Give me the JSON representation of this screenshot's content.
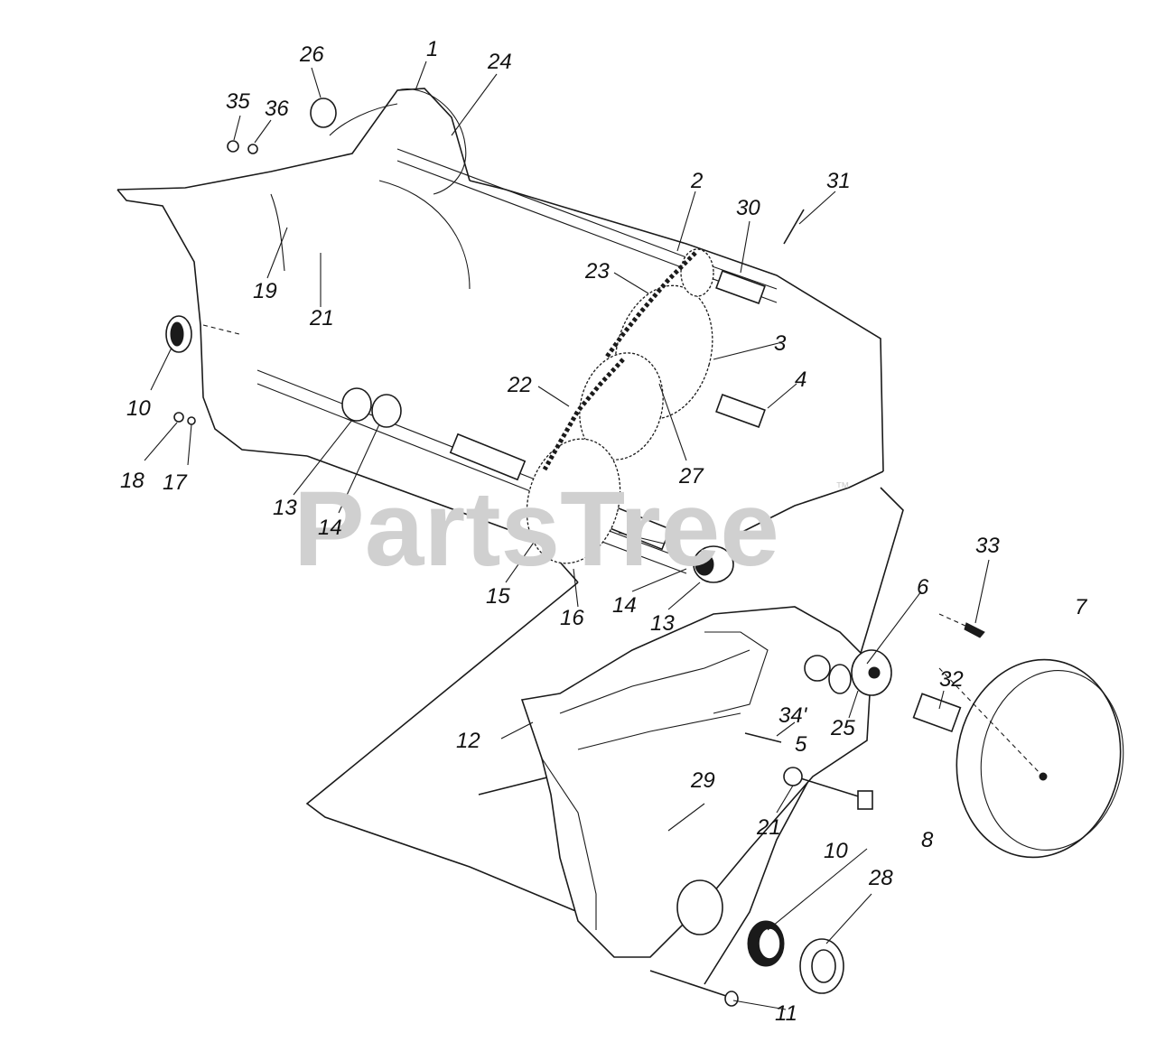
{
  "watermark": {
    "text": "PartsTree",
    "trademark": "™"
  },
  "callouts": [
    {
      "id": "c1",
      "text": "1"
    },
    {
      "id": "c2",
      "text": "2"
    },
    {
      "id": "c3",
      "text": "3"
    },
    {
      "id": "c4",
      "text": "4"
    },
    {
      "id": "c5",
      "text": "5"
    },
    {
      "id": "c6",
      "text": "6"
    },
    {
      "id": "c7",
      "text": "7"
    },
    {
      "id": "c8",
      "text": "8"
    },
    {
      "id": "c10a",
      "text": "10"
    },
    {
      "id": "c10b",
      "text": "10"
    },
    {
      "id": "c11",
      "text": "11"
    },
    {
      "id": "c12",
      "text": "12"
    },
    {
      "id": "c13a",
      "text": "13"
    },
    {
      "id": "c13b",
      "text": "13"
    },
    {
      "id": "c14a",
      "text": "14"
    },
    {
      "id": "c14b",
      "text": "14"
    },
    {
      "id": "c15",
      "text": "15"
    },
    {
      "id": "c16",
      "text": "16"
    },
    {
      "id": "c17",
      "text": "17"
    },
    {
      "id": "c18",
      "text": "18"
    },
    {
      "id": "c19",
      "text": "19"
    },
    {
      "id": "c21a",
      "text": "21"
    },
    {
      "id": "c21b",
      "text": "21"
    },
    {
      "id": "c22",
      "text": "22"
    },
    {
      "id": "c23",
      "text": "23"
    },
    {
      "id": "c24",
      "text": "24"
    },
    {
      "id": "c25",
      "text": "25"
    },
    {
      "id": "c26",
      "text": "26"
    },
    {
      "id": "c27",
      "text": "27"
    },
    {
      "id": "c28",
      "text": "28"
    },
    {
      "id": "c29",
      "text": "29"
    },
    {
      "id": "c30",
      "text": "30"
    },
    {
      "id": "c31",
      "text": "31"
    },
    {
      "id": "c32",
      "text": "32"
    },
    {
      "id": "c33",
      "text": "33"
    },
    {
      "id": "c34",
      "text": "34'"
    },
    {
      "id": "c35",
      "text": "35"
    },
    {
      "id": "c36",
      "text": "36"
    }
  ]
}
